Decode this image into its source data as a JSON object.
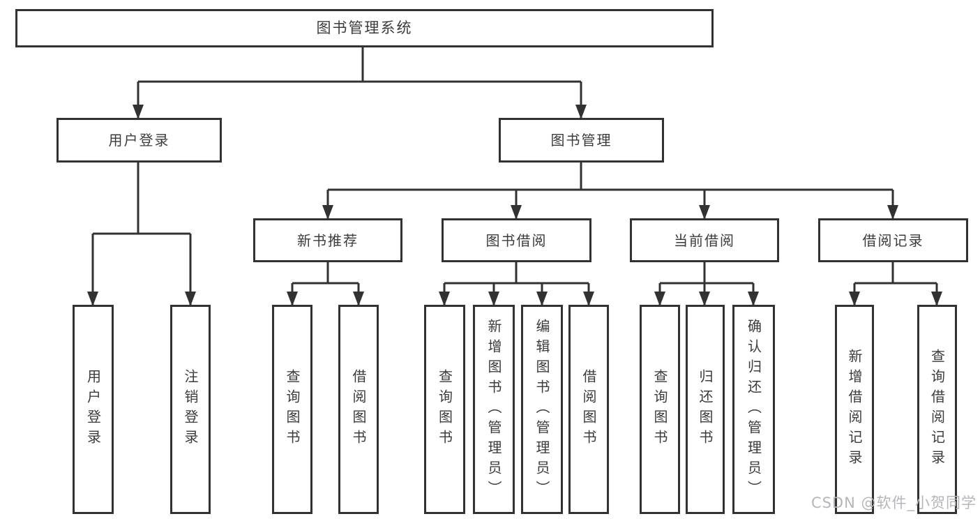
{
  "diagram": {
    "root": {
      "label": "图书管理系统"
    },
    "branches": [
      {
        "label": "用户登录",
        "children": [
          {
            "label": "用户登录"
          },
          {
            "label": "注销登录"
          }
        ]
      },
      {
        "label": "图书管理",
        "children": [
          {
            "label": "新书推荐",
            "children": [
              {
                "label": "查询图书"
              },
              {
                "label": "借阅图书"
              }
            ]
          },
          {
            "label": "图书借阅",
            "children": [
              {
                "label": "查询图书"
              },
              {
                "label": "新增图书（管理员）"
              },
              {
                "label": "编辑图书（管理员）"
              },
              {
                "label": "借阅图书"
              }
            ]
          },
          {
            "label": "当前借阅",
            "children": [
              {
                "label": "查询图书"
              },
              {
                "label": "归还图书"
              },
              {
                "label": "确认归还（管理员）"
              }
            ]
          },
          {
            "label": "借阅记录",
            "children": [
              {
                "label": "新增借阅记录"
              },
              {
                "label": "查询借阅记录"
              }
            ]
          }
        ]
      }
    ]
  },
  "watermark": {
    "text": "CSDN @软件_小贺同学"
  },
  "colors": {
    "line": "#323232",
    "text": "#3b3b3b",
    "box-bg": "#ffffff",
    "canvas-bg": "#ffffff",
    "watermark": "#b6b6ba"
  }
}
